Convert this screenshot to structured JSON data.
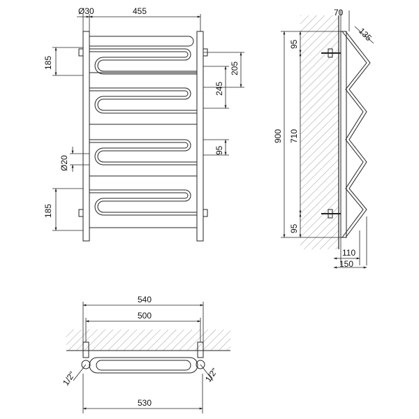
{
  "front_view": {
    "top_dims": {
      "diameter_pillar": "Ø30",
      "pipe_span": "455"
    },
    "left_dims": {
      "top_pair": "185",
      "pipe_diameter": "Ø20",
      "bottom_pair": "185"
    },
    "right_dims": {
      "gap_a": "205",
      "gap_b": "245",
      "gap_c": "95"
    }
  },
  "side_view": {
    "top": "70",
    "tilt": "135",
    "height_total": "900",
    "height_mid": "710",
    "top_offset": "95",
    "bottom_offset": "95",
    "depth_a": "110",
    "depth_b": "150"
  },
  "top_view": {
    "width_outer": "540",
    "width_centers": "500",
    "width_bottom": "530",
    "thread_left": "1/2\"",
    "thread_right": "1/2\""
  }
}
